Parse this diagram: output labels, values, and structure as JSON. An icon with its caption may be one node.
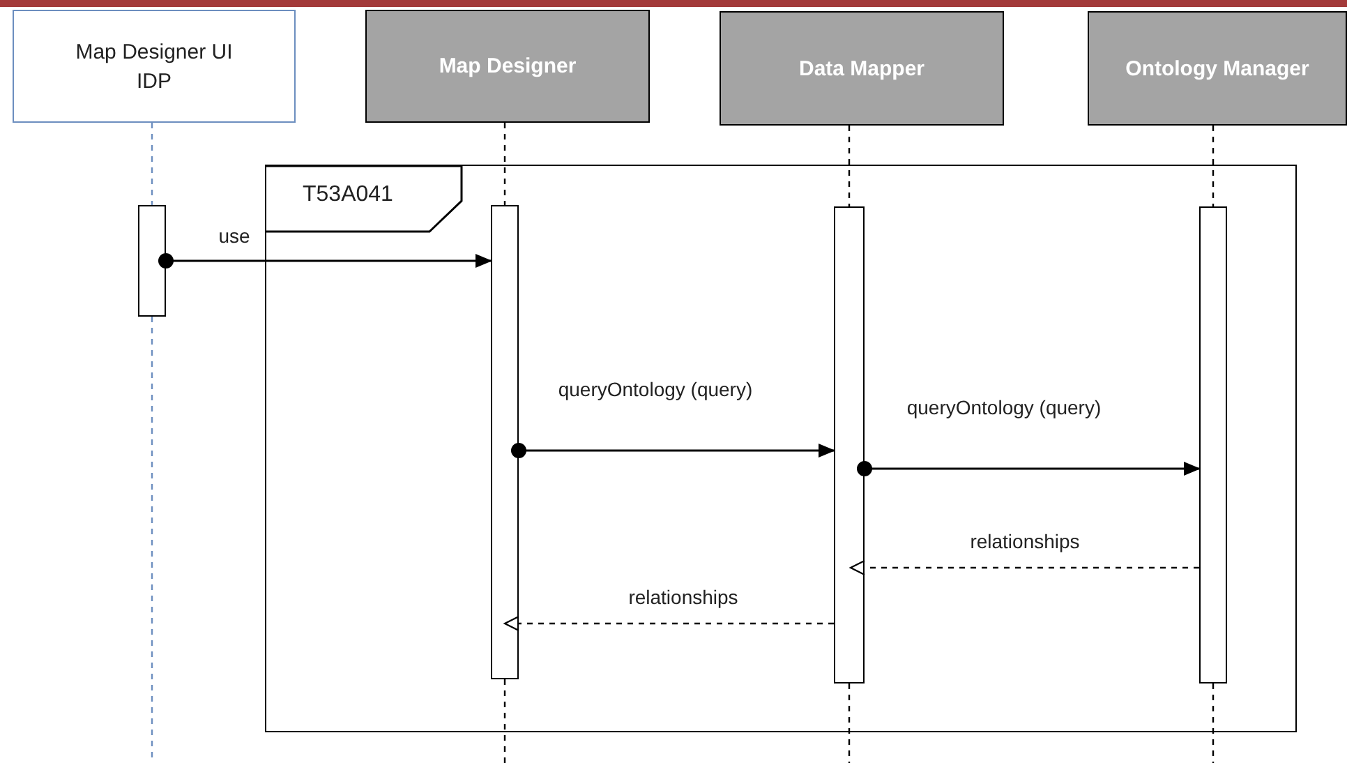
{
  "diagram": {
    "nodes": [
      {
        "text": [
          "Map Designer UI IDP"
        ]
      },
      {
        "text": [
          "Map Designer"
        ]
      },
      {
        "text": [
          "Data Mapper"
        ]
      },
      {
        "text": [
          "Ontology Manager"
        ]
      },
      {
        "text": [
          "T53A041"
        ]
      },
      {
        "text": [],
        "shape": "bar"
      },
      {
        "text": [],
        "shape": "bar",
        "in": 4
      },
      {
        "text": [],
        "shape": "bar",
        "in": 4
      },
      {
        "text": [],
        "shape": "bar",
        "in": 4
      }
    ],
    "edges": [
      {
        "from": 0,
        "to": 5,
        "arrow": "none",
        "style": "dashed",
        "color": "#6c8ebf"
      },
      {
        "from": 1,
        "to": 6,
        "arrow": "none",
        "style": "dashed"
      },
      {
        "from": 2,
        "to": 7,
        "arrow": "none",
        "style": "dashed"
      },
      {
        "from": 3,
        "to": 8,
        "arrow": "none",
        "style": "dashed"
      },
      {
        "from": 5,
        "to": 6,
        "arrow": "to",
        "label": "use"
      },
      {
        "from": 6,
        "to": 7,
        "arrow": "to",
        "label": "queryOntology (query)"
      },
      {
        "from": 7,
        "to": 8,
        "arrow": "to",
        "label": "queryOntology (query)"
      },
      {
        "from": 8,
        "to": 7,
        "arrow": "to",
        "label": "relationships",
        "style": "dashed"
      },
      {
        "from": 7,
        "to": 6,
        "arrow": "to",
        "label": "relationships",
        "style": "dashed"
      }
    ]
  }
}
